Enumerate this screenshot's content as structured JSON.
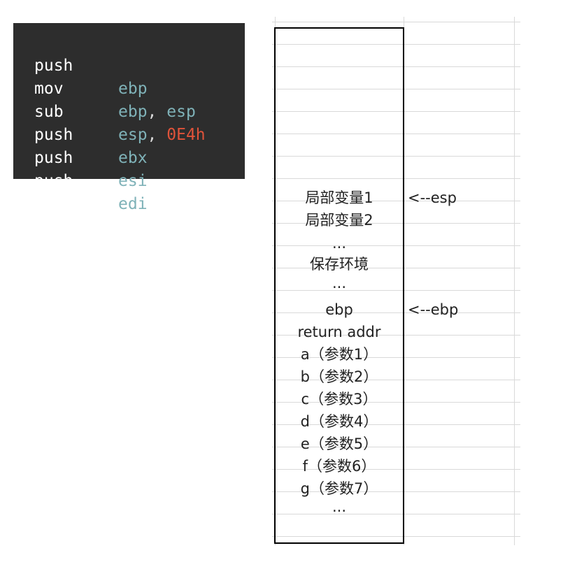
{
  "code": {
    "lines": [
      {
        "op": "push",
        "args": [
          {
            "text": "ebp",
            "kind": "reg"
          }
        ]
      },
      {
        "op": "mov",
        "args": [
          {
            "text": "ebp",
            "kind": "reg"
          },
          {
            "text": ", ",
            "kind": "sep"
          },
          {
            "text": "esp",
            "kind": "reg"
          }
        ]
      },
      {
        "op": "sub",
        "args": [
          {
            "text": "esp",
            "kind": "reg"
          },
          {
            "text": ", ",
            "kind": "sep"
          },
          {
            "text": "0E4h",
            "kind": "imm"
          }
        ]
      },
      {
        "op": "push",
        "args": [
          {
            "text": "ebx",
            "kind": "reg"
          }
        ]
      },
      {
        "op": "push",
        "args": [
          {
            "text": "esi",
            "kind": "reg"
          }
        ]
      },
      {
        "op": "push",
        "args": [
          {
            "text": "edi",
            "kind": "reg"
          }
        ]
      }
    ],
    "colors": {
      "background": "#2d2d2d",
      "op": "#ffffff",
      "reg": "#7fb2b8",
      "imm": "#e0533a"
    }
  },
  "stack": {
    "cells": [
      "局部变量1",
      "局部变量2",
      "...",
      "保存环境",
      "...",
      "ebp",
      "return addr",
      "a（参数1）",
      "b（参数2）",
      "c（参数3）",
      "d（参数4）",
      "e（参数5）",
      "f（参数6）",
      "g（参数7）",
      "..."
    ],
    "pointers": {
      "esp": "<--esp",
      "ebp": "<--ebp"
    }
  }
}
